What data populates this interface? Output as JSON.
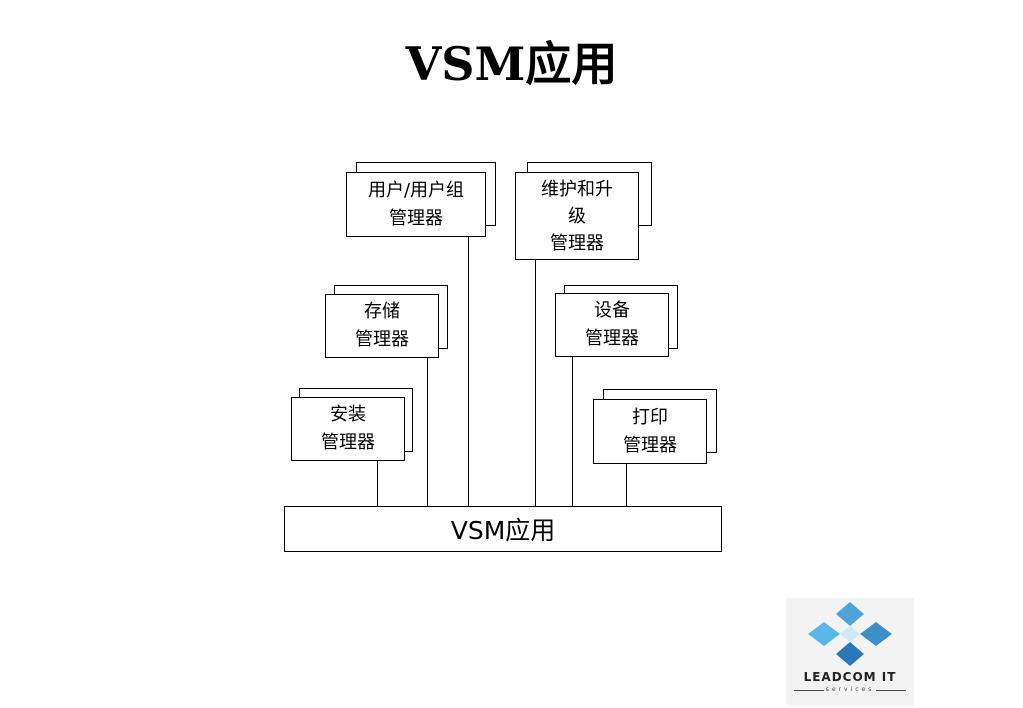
{
  "title": "VSM应用",
  "boxes": {
    "user_group": {
      "line1": "用户/用户组",
      "line2": "管理器"
    },
    "maintenance": {
      "line1": "维护和升",
      "line2": "级",
      "line3": "管理器"
    },
    "storage": {
      "line1": "存储",
      "line2": "管理器"
    },
    "device": {
      "line1": "设备",
      "line2": "管理器"
    },
    "install": {
      "line1": "安装",
      "line2": "管理器"
    },
    "print": {
      "line1": "打印",
      "line2": "管理器"
    }
  },
  "bus_label": "VSM应用",
  "logo": {
    "name": "LEADCOM IT",
    "sub": "services"
  }
}
